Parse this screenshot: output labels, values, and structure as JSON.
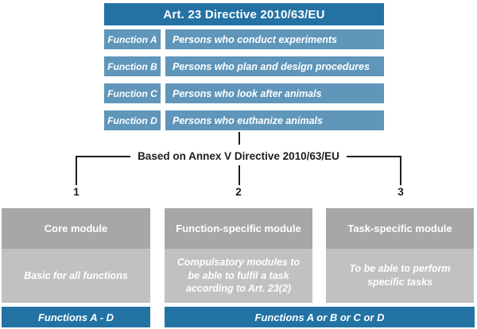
{
  "table": {
    "title": "Art. 23 Directive 2010/63/EU",
    "rows": [
      {
        "label": "Function A",
        "description": "Persons who conduct experiments"
      },
      {
        "label": "Function B",
        "description": "Persons who plan and design procedures"
      },
      {
        "label": "Function C",
        "description": "Persons who look after animals"
      },
      {
        "label": "Function D",
        "description": "Persons who euthanize animals"
      }
    ]
  },
  "connector": {
    "caption": "Based on Annex V Directive 2010/63/EU",
    "branch_numbers": [
      "1",
      "2",
      "3"
    ]
  },
  "modules": [
    {
      "number": "1",
      "title": "Core module",
      "description": "Basic for all functions"
    },
    {
      "number": "2",
      "title": "Function-specific module",
      "description": "Compulsatory modules to be able to fulfil a task according to Art. 23(2)"
    },
    {
      "number": "3",
      "title": "Task-specific module",
      "description": "To be able to perform specific tasks"
    }
  ],
  "footers": [
    {
      "label": "Functions A - D"
    },
    {
      "label": "Functions A or B or C or D"
    }
  ],
  "colors": {
    "header_blue": "#2472a4",
    "row_blue": "#5f96ba",
    "footer_blue": "#2273a4",
    "module_header_gray": "#a7a7a7",
    "module_body_gray": "#c1c1c1",
    "line_black": "#1f1f1f"
  }
}
